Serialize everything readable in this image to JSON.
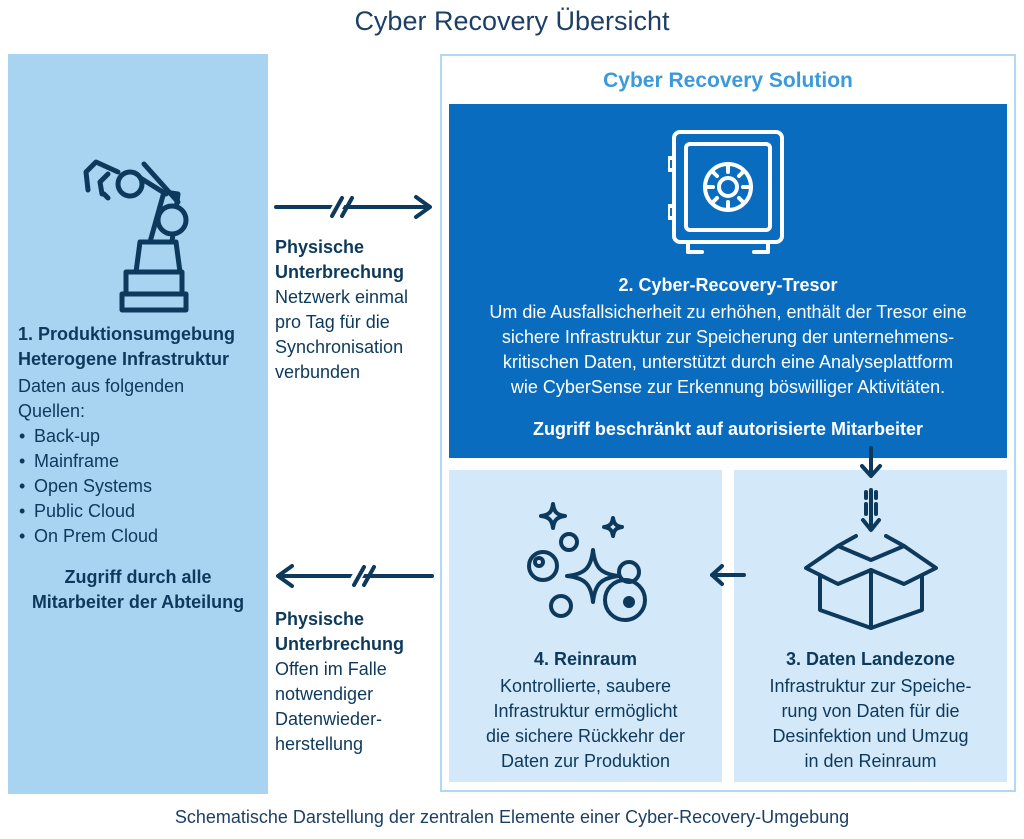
{
  "title": "Cyber Recovery Übersicht",
  "caption": "Schematische Darstellung der zentralen Elemente einer Cyber-Recovery-Umgebung",
  "production": {
    "icon": "robot-arm-icon",
    "heading_line1": "1. Produktionsumgebung",
    "heading_line2": "Heterogene Infrastruktur",
    "intro_line1": "Daten aus folgenden",
    "intro_line2": "Quellen:",
    "sources": [
      "Back-up",
      "Mainframe",
      "Open Systems",
      "Public Cloud",
      "On Prem Cloud"
    ],
    "access_line1": "Zugriff durch alle",
    "access_line2": "Mitarbeiter der Abteilung"
  },
  "link_top": {
    "heading_line1": "Physische",
    "heading_line2": "Unterbrechung",
    "text_line1": "Netzwerk einmal",
    "text_line2": "pro Tag für die",
    "text_line3": "Synchronisation",
    "text_line4": "verbunden"
  },
  "link_bottom": {
    "heading_line1": "Physische",
    "heading_line2": "Unterbrechung",
    "text_line1": "Offen im Falle",
    "text_line2": "notwendiger",
    "text_line3": "Datenwieder-",
    "text_line4": "herstellung"
  },
  "solution": {
    "title": "Cyber Recovery Solution",
    "vault": {
      "icon": "safe-icon",
      "heading": "2. Cyber-Recovery-Tresor",
      "text_line1": "Um die Ausfallsicherheit zu erhöhen, enthält der Tresor eine",
      "text_line2": "sichere Infrastruktur zur Speicherung der unternehmens-",
      "text_line3": "kritischen Daten, unterstützt durch eine Analyseplattform",
      "text_line4": "wie CyberSense zur Erkennung böswilliger Aktivitäten.",
      "access": "Zugriff beschränkt auf autorisierte Mitarbeiter"
    },
    "landing": {
      "icon": "box-icon",
      "heading": "3. Daten Landezone",
      "text_line1": "Infrastruktur zur Speiche-",
      "text_line2": "rung von Daten für die",
      "text_line3": "Desinfektion und Umzug",
      "text_line4": "in den Reinraum"
    },
    "cleanroom": {
      "icon": "sparkles-bubbles-icon",
      "heading": "4. Reinraum",
      "text_line1": "Kontrollierte, saubere",
      "text_line2": "Infrastruktur ermöglicht",
      "text_line3": "die sichere Rückkehr der",
      "text_line4": "Daten zur Produktion"
    }
  },
  "colors": {
    "production_bg": "#a8d4f2",
    "vault_bg": "#0a6cbf",
    "tile_bg": "#d3e8f8",
    "frame": "#b2d9f4",
    "accent_title": "#3b9ad9",
    "text_dark": "#0d3a5c"
  }
}
